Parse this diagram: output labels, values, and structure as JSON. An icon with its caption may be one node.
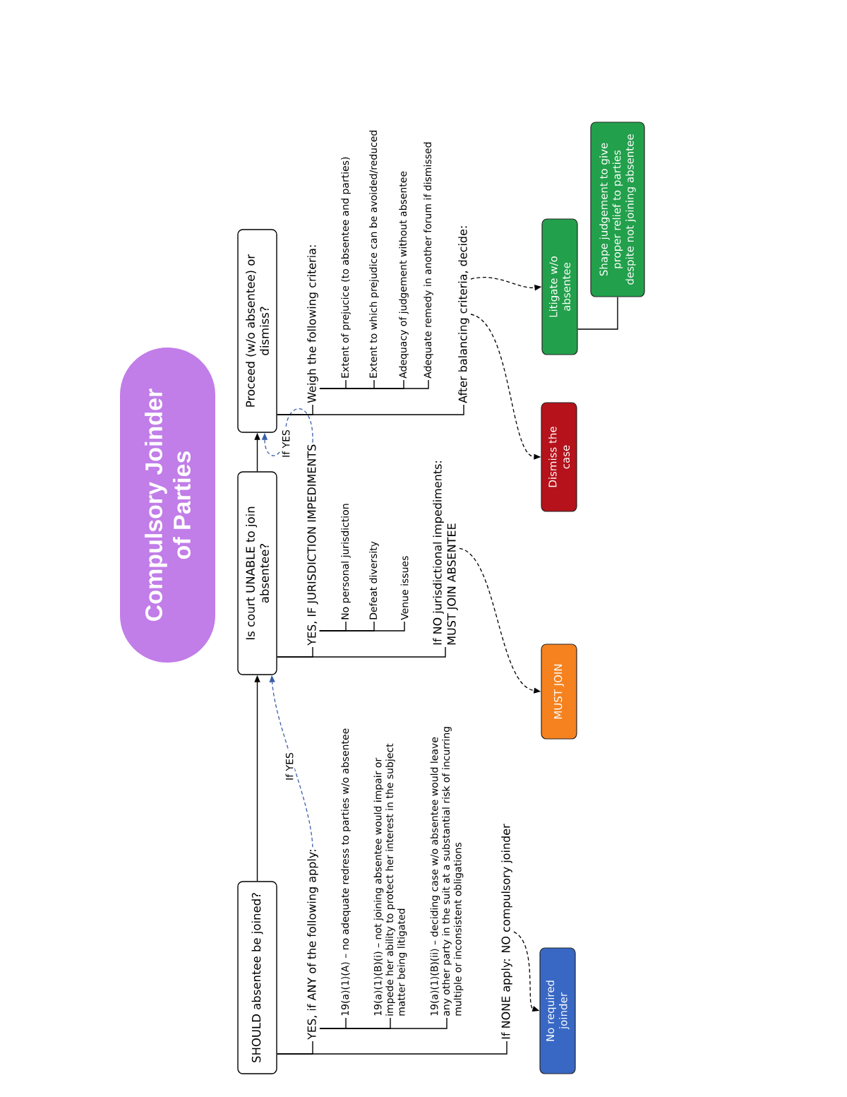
{
  "diagram": {
    "title": "Compulsory Joinder of Parties",
    "nodes": [
      {
        "text": [
          "SHOULD absentee be joined?"
        ]
      },
      {
        "text": [
          "YES, if ANY of the following apply:"
        ]
      },
      {
        "text": [
          "19(a)(1)(A) – no adequate redress to parties w/o absentee"
        ]
      },
      {
        "text": [
          "19(a)(1)(B)(i) – not joining absentee would impair or impede her ability to protect her interest in the subject matter being litigated"
        ]
      },
      {
        "text": [
          "19(a)(1)(B)(ii) – deciding case w/o absentee would leave any other party in the suit at a substantial risk of incurring multiple or inconsistent obligations"
        ]
      },
      {
        "text": [
          "If NONE apply: NO compulsory joinder"
        ]
      },
      {
        "text": [
          "No required joinder"
        ]
      },
      {
        "text": [
          "Is court UNABLE to join absentee?"
        ]
      },
      {
        "text": [
          "YES, IF JURISDICTION IMPEDIMENTS"
        ]
      },
      {
        "text": [
          "No personal jurisdiction"
        ]
      },
      {
        "text": [
          "Defeat diversity"
        ]
      },
      {
        "text": [
          "Venue issues"
        ]
      },
      {
        "text": [
          "If NO jurisdictional impediments: MUST JOIN ABSENTEE"
        ]
      },
      {
        "text": [
          "MUST JOIN"
        ]
      },
      {
        "text": [
          "Proceed (w/o absentee) or dismiss?"
        ]
      },
      {
        "text": [
          "Weigh the following criteria:"
        ]
      },
      {
        "text": [
          "Extent of prejucice (to absentee and parties)"
        ]
      },
      {
        "text": [
          "Extent to which prejudice can be avoided/reduced"
        ]
      },
      {
        "text": [
          "Adequacy of judgement without absentee"
        ]
      },
      {
        "text": [
          "Adequate remedy in another forum if dismissed"
        ]
      },
      {
        "text": [
          "After balancing criteria, decide:"
        ]
      },
      {
        "text": [
          "Dismiss the case"
        ]
      },
      {
        "text": [
          "Litigate w/o absentee"
        ]
      },
      {
        "text": [
          "Shape judgement to give proper relief to parties despite not joining absentee"
        ]
      }
    ],
    "edges": [
      {
        "from": 0,
        "to": 7,
        "arrow": "to"
      },
      {
        "from": 0,
        "to": 1,
        "arrow": "none"
      },
      {
        "from": 1,
        "to": 2,
        "arrow": "none"
      },
      {
        "from": 1,
        "to": 3,
        "arrow": "none"
      },
      {
        "from": 1,
        "to": 4,
        "arrow": "none"
      },
      {
        "from": 0,
        "to": 5,
        "arrow": "none"
      },
      {
        "from": 1,
        "to": 7,
        "arrow": "to",
        "label": "If YES",
        "style": "dashed",
        "color": "#3a5ea8"
      },
      {
        "from": 5,
        "to": 6,
        "arrow": "to",
        "style": "dashed"
      },
      {
        "from": 7,
        "to": 14,
        "arrow": "to"
      },
      {
        "from": 7,
        "to": 8,
        "arrow": "none"
      },
      {
        "from": 8,
        "to": 9,
        "arrow": "none"
      },
      {
        "from": 8,
        "to": 10,
        "arrow": "none"
      },
      {
        "from": 8,
        "to": 11,
        "arrow": "none"
      },
      {
        "from": 7,
        "to": 12,
        "arrow": "none"
      },
      {
        "from": 8,
        "to": 14,
        "arrow": "to",
        "label": "If YES",
        "style": "dashed",
        "color": "#3a5ea8"
      },
      {
        "from": 12,
        "to": 13,
        "arrow": "to",
        "style": "dashed"
      },
      {
        "from": 14,
        "to": 15,
        "arrow": "none"
      },
      {
        "from": 15,
        "to": 16,
        "arrow": "none"
      },
      {
        "from": 15,
        "to": 17,
        "arrow": "none"
      },
      {
        "from": 15,
        "to": 18,
        "arrow": "none"
      },
      {
        "from": 15,
        "to": 19,
        "arrow": "none"
      },
      {
        "from": 14,
        "to": 20,
        "arrow": "none"
      },
      {
        "from": 20,
        "to": 21,
        "arrow": "to",
        "style": "dashed"
      },
      {
        "from": 20,
        "to": 22,
        "arrow": "to",
        "style": "dashed"
      },
      {
        "from": 22,
        "to": 23,
        "arrow": "none"
      }
    ]
  }
}
